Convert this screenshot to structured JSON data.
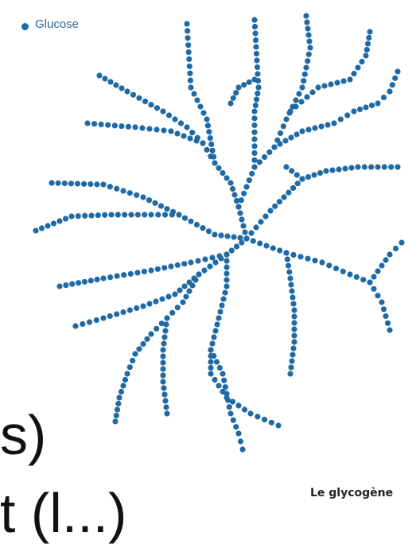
{
  "legend": {
    "label": "Glucose",
    "color": "#1f6aa5"
  },
  "caption": "Le glycogène",
  "background_text": {
    "line1": "s)",
    "line2": "t (l...)"
  },
  "glucose_color": "#1f6aa5"
}
